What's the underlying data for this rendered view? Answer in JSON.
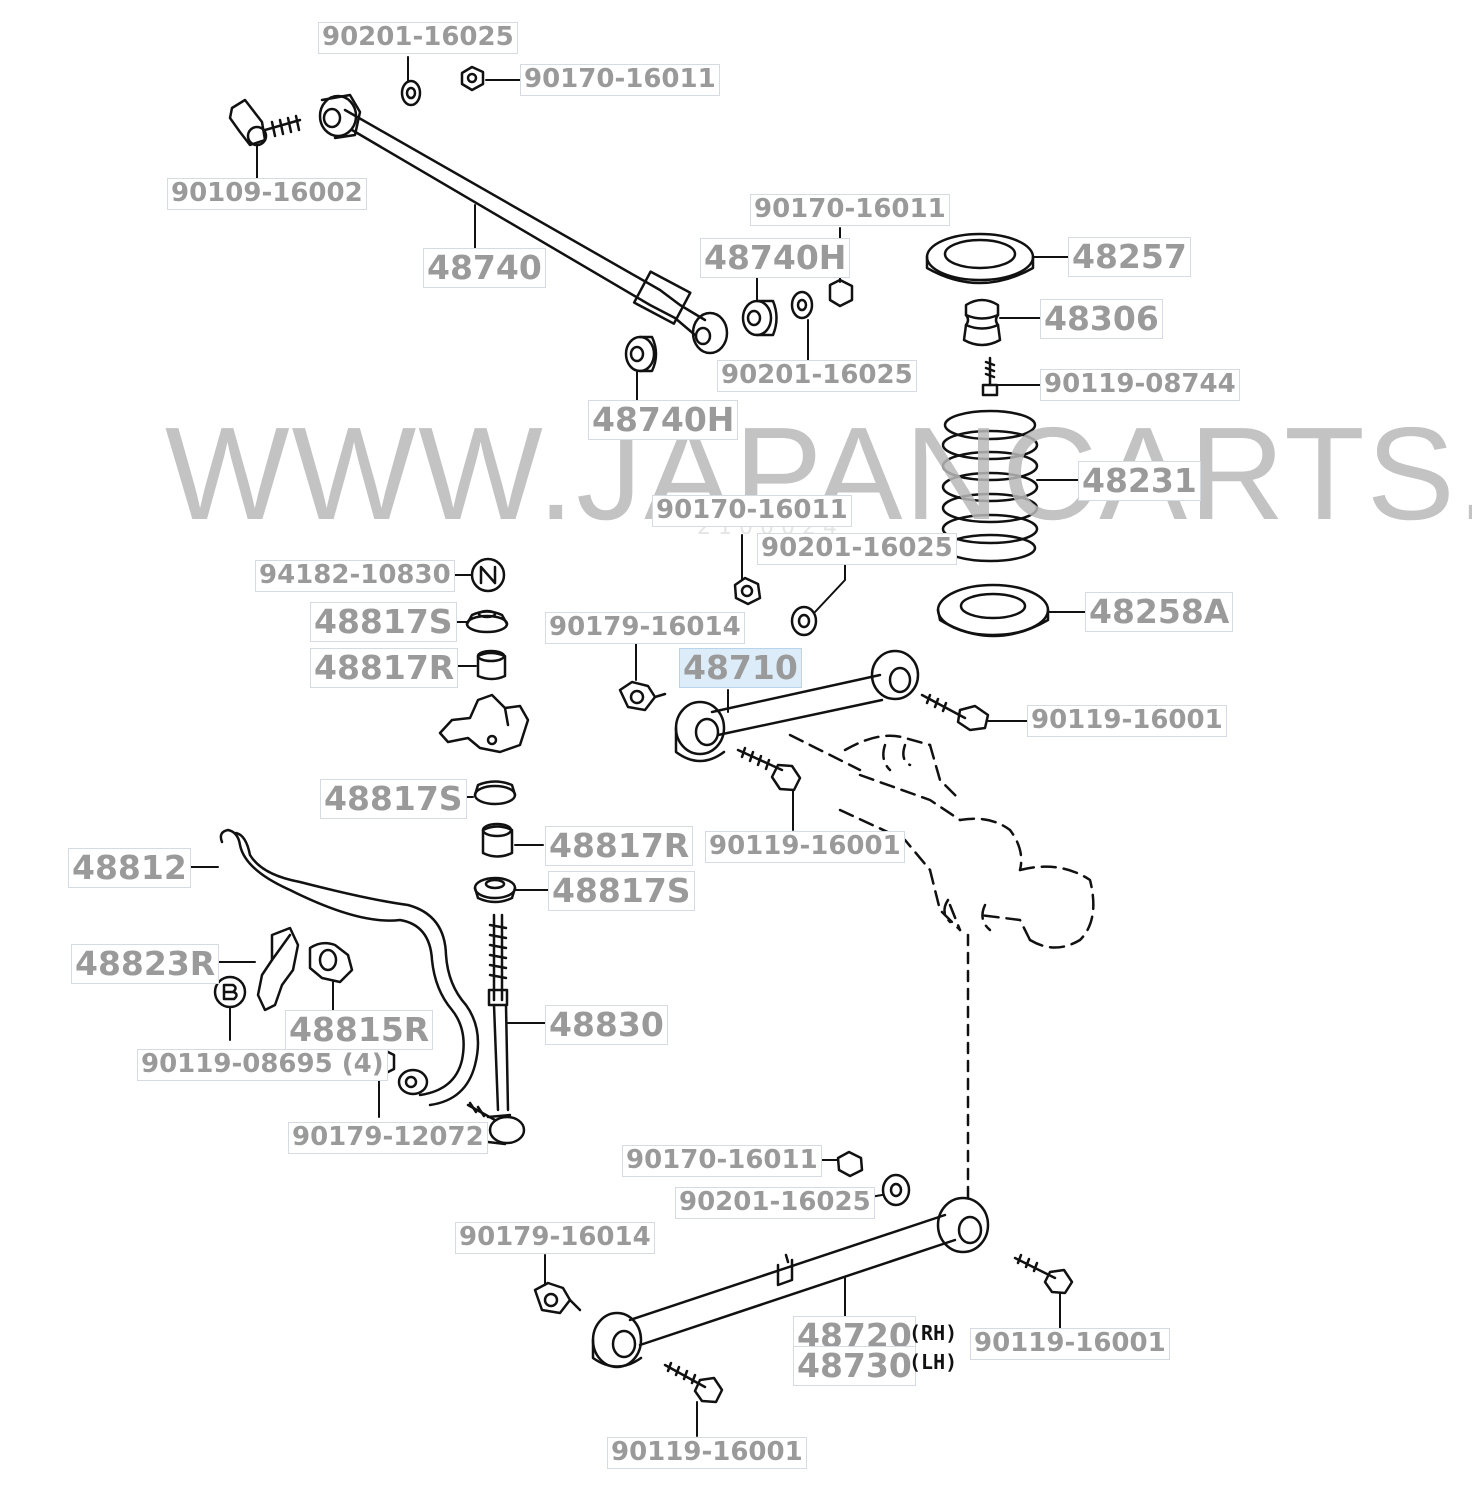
{
  "watermark": "WWW.JAPANCARTS.RU",
  "ghost_text": "2 1 0 0 0 2 4",
  "labels": {
    "p90201_top": "90201-16025",
    "p90170_top": "90170-16011",
    "p90109": "90109-16002",
    "p48740": "48740",
    "p90170_mid": "90170-16011",
    "p48740H_top": "48740H",
    "p48257": "48257",
    "p48306": "48306",
    "p90201_mid": "90201-16025",
    "p90119_08744": "90119-08744",
    "p48740H_bot": "48740H",
    "p48231": "48231",
    "p90170_c": "90170-16011",
    "p90201_c": "90201-16025",
    "p94182": "94182-10830",
    "p48817S_1": "48817S",
    "p48258A": "48258A",
    "p90179_16014_a": "90179-16014",
    "p48817R_1": "48817R",
    "p48710": "48710",
    "p90119_16001_a": "90119-16001",
    "p48817S_2": "48817S",
    "p90119_16001_b": "90119-16001",
    "p48817R_2": "48817R",
    "p48812": "48812",
    "p48817S_3": "48817S",
    "p48823R": "48823R",
    "p48830": "48830",
    "p48815R": "48815R",
    "p90119_08695": "90119-08695 (4)",
    "p90179_12072": "90179-12072",
    "p90170_bot": "90170-16011",
    "p90201_bot": "90201-16025",
    "p90179_16014_b": "90179-16014",
    "p48720": "48720",
    "p48730": "48730",
    "p90119_16001_c": "90119-16001",
    "p90119_16001_d": "90119-16001"
  },
  "side_tags": {
    "rh": "(RH)",
    "lh": "(LH)"
  }
}
